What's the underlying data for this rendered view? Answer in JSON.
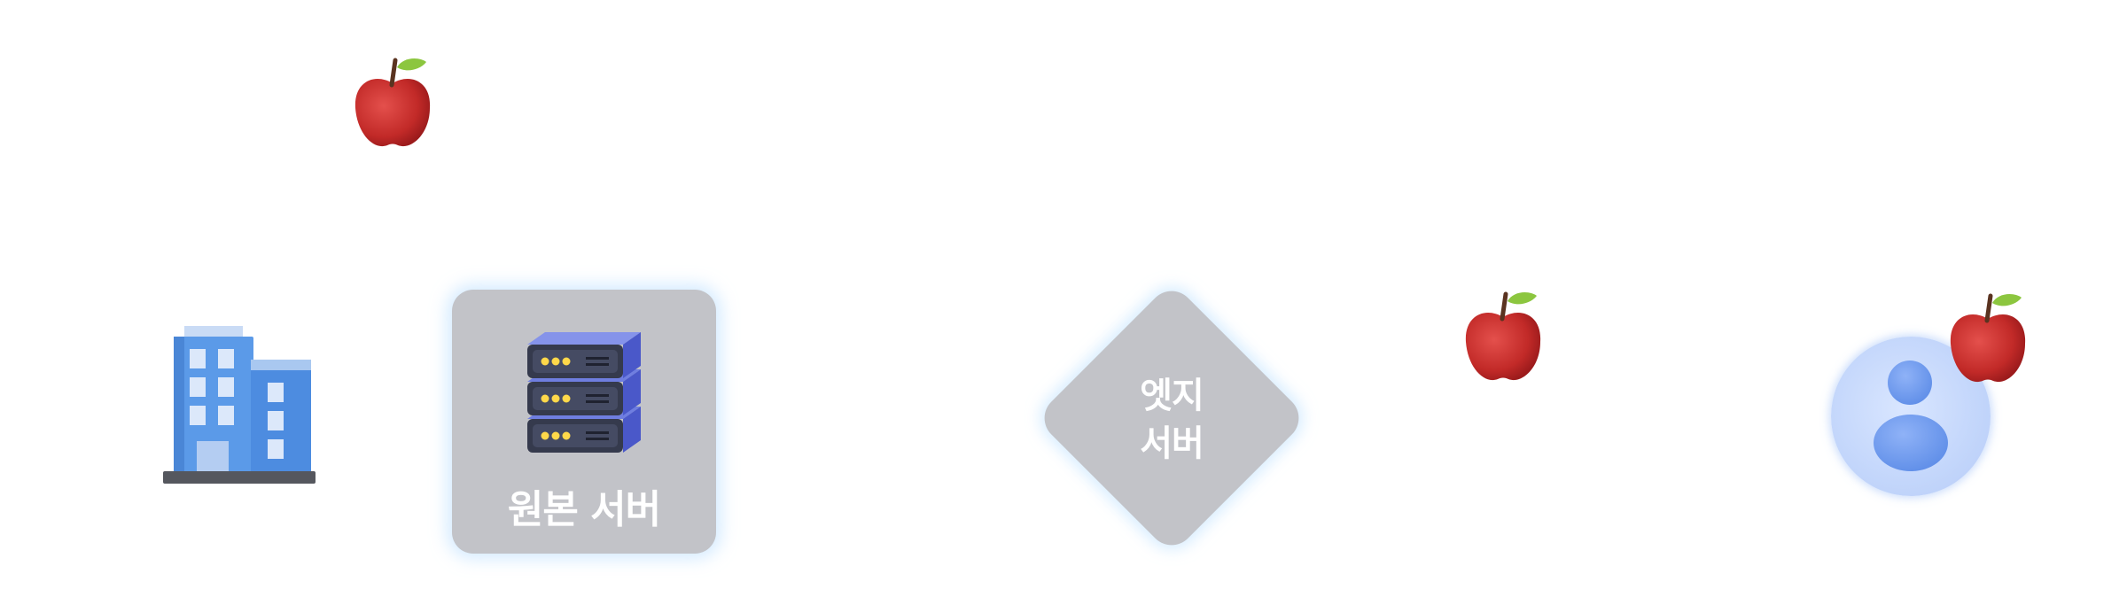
{
  "origin_server": {
    "label": "원본 서버",
    "icon": "server-rack-icon"
  },
  "edge_server": {
    "line1": "엣지",
    "line2": "서버"
  },
  "icons": {
    "building": "building-icon",
    "user": "user-icon",
    "apple": "apple-icon"
  },
  "colors": {
    "node_fill": "#c2c3c8",
    "node_glow": "#bee1ff",
    "apple_red": "#c8262a",
    "building_blue": "#5b9ae8",
    "user_blue": "#6b98f0"
  }
}
